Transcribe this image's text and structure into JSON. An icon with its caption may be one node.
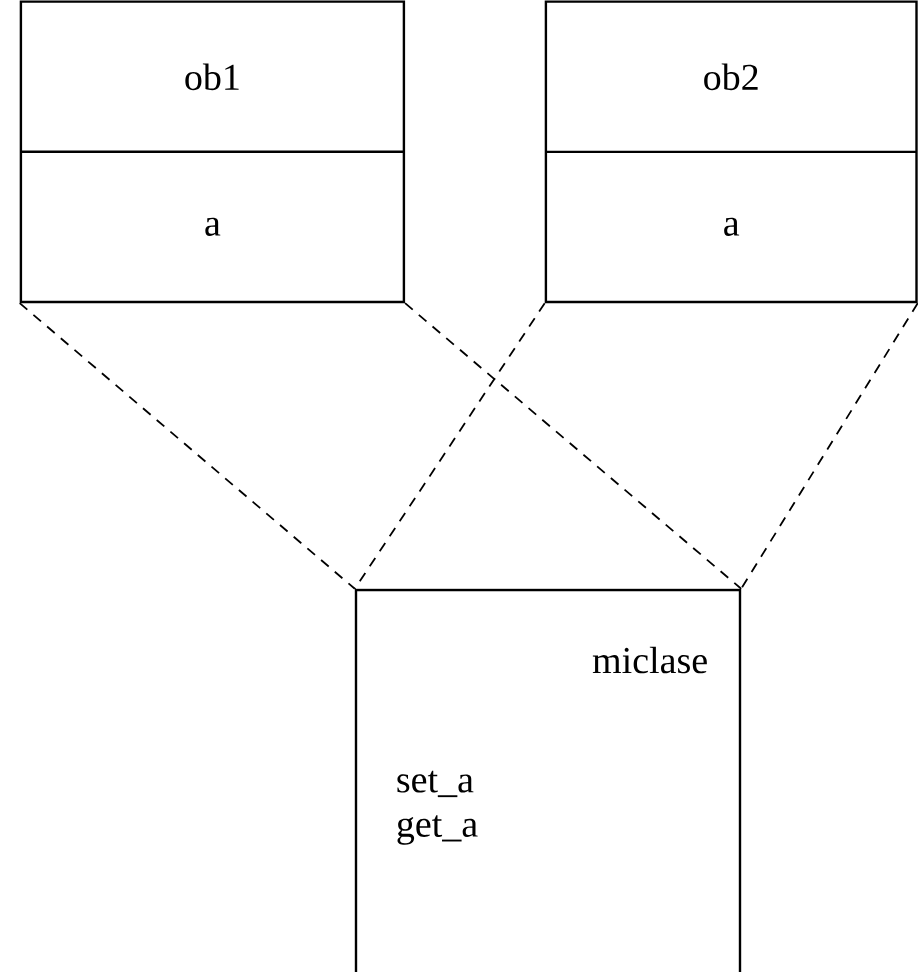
{
  "diagram": {
    "nodes": [
      {
        "text": [
          "ob1",
          "a"
        ]
      },
      {
        "text": [
          "ob2",
          "a"
        ]
      },
      {
        "text": [
          "miclase",
          "set_a",
          "get_a"
        ]
      }
    ],
    "edges": [
      {
        "from": 0,
        "to": 2,
        "arrow": "none",
        "style": "dashed"
      },
      {
        "from": 0,
        "to": 2,
        "arrow": "none",
        "style": "dashed"
      },
      {
        "from": 1,
        "to": 2,
        "arrow": "none",
        "style": "dashed"
      },
      {
        "from": 1,
        "to": 2,
        "arrow": "none",
        "style": "dashed"
      }
    ]
  }
}
